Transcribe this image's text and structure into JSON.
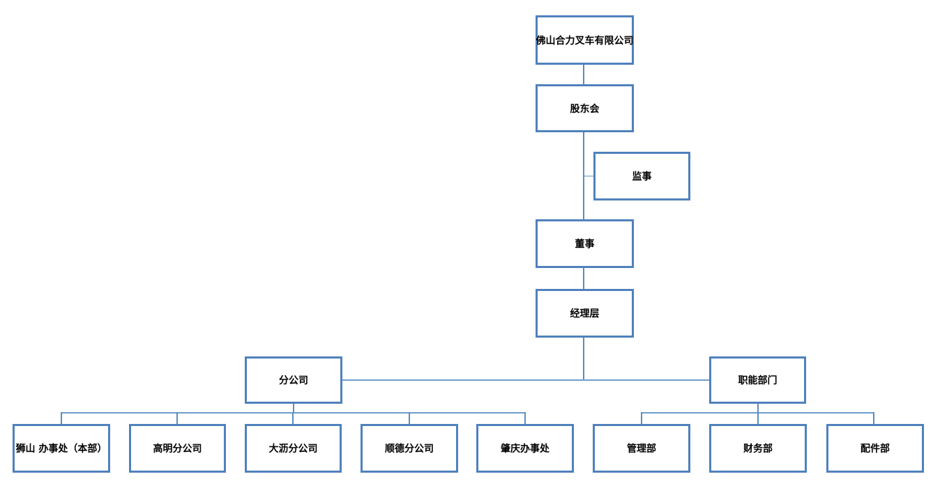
{
  "diagram": {
    "type": "org-chart",
    "colors": {
      "box_border": "#4f81bd",
      "box_fill": "#ffffff",
      "connector": "#5b8cbe",
      "connector_rail": "#6d9dce",
      "connector_light": "#a9c6e3",
      "text": "#000000",
      "background": "#ffffff"
    },
    "nodes": {
      "company": {
        "label": "佛山合力叉车有限公司"
      },
      "shareholders": {
        "label": "股东会"
      },
      "supervisor": {
        "label": "监事"
      },
      "director": {
        "label": "董事"
      },
      "management": {
        "label": "经理层"
      },
      "branches": {
        "label": "分公司"
      },
      "functional": {
        "label": "职能部门"
      },
      "branch_children": [
        {
          "label": "狮山 办事处（本部）"
        },
        {
          "label": "高明分公司"
        },
        {
          "label": "大沥分公司"
        },
        {
          "label": "顺德分公司"
        },
        {
          "label": "肇庆办事处"
        }
      ],
      "functional_children": [
        {
          "label": "管理部"
        },
        {
          "label": "财务部"
        },
        {
          "label": "配件部"
        }
      ]
    },
    "hierarchy": [
      "company > shareholders",
      "shareholders > director (supervisor attached to this link)",
      "director > management",
      "management > branches, functional",
      "branches > branch_children[0..4]",
      "functional > functional_children[0..2]"
    ]
  }
}
